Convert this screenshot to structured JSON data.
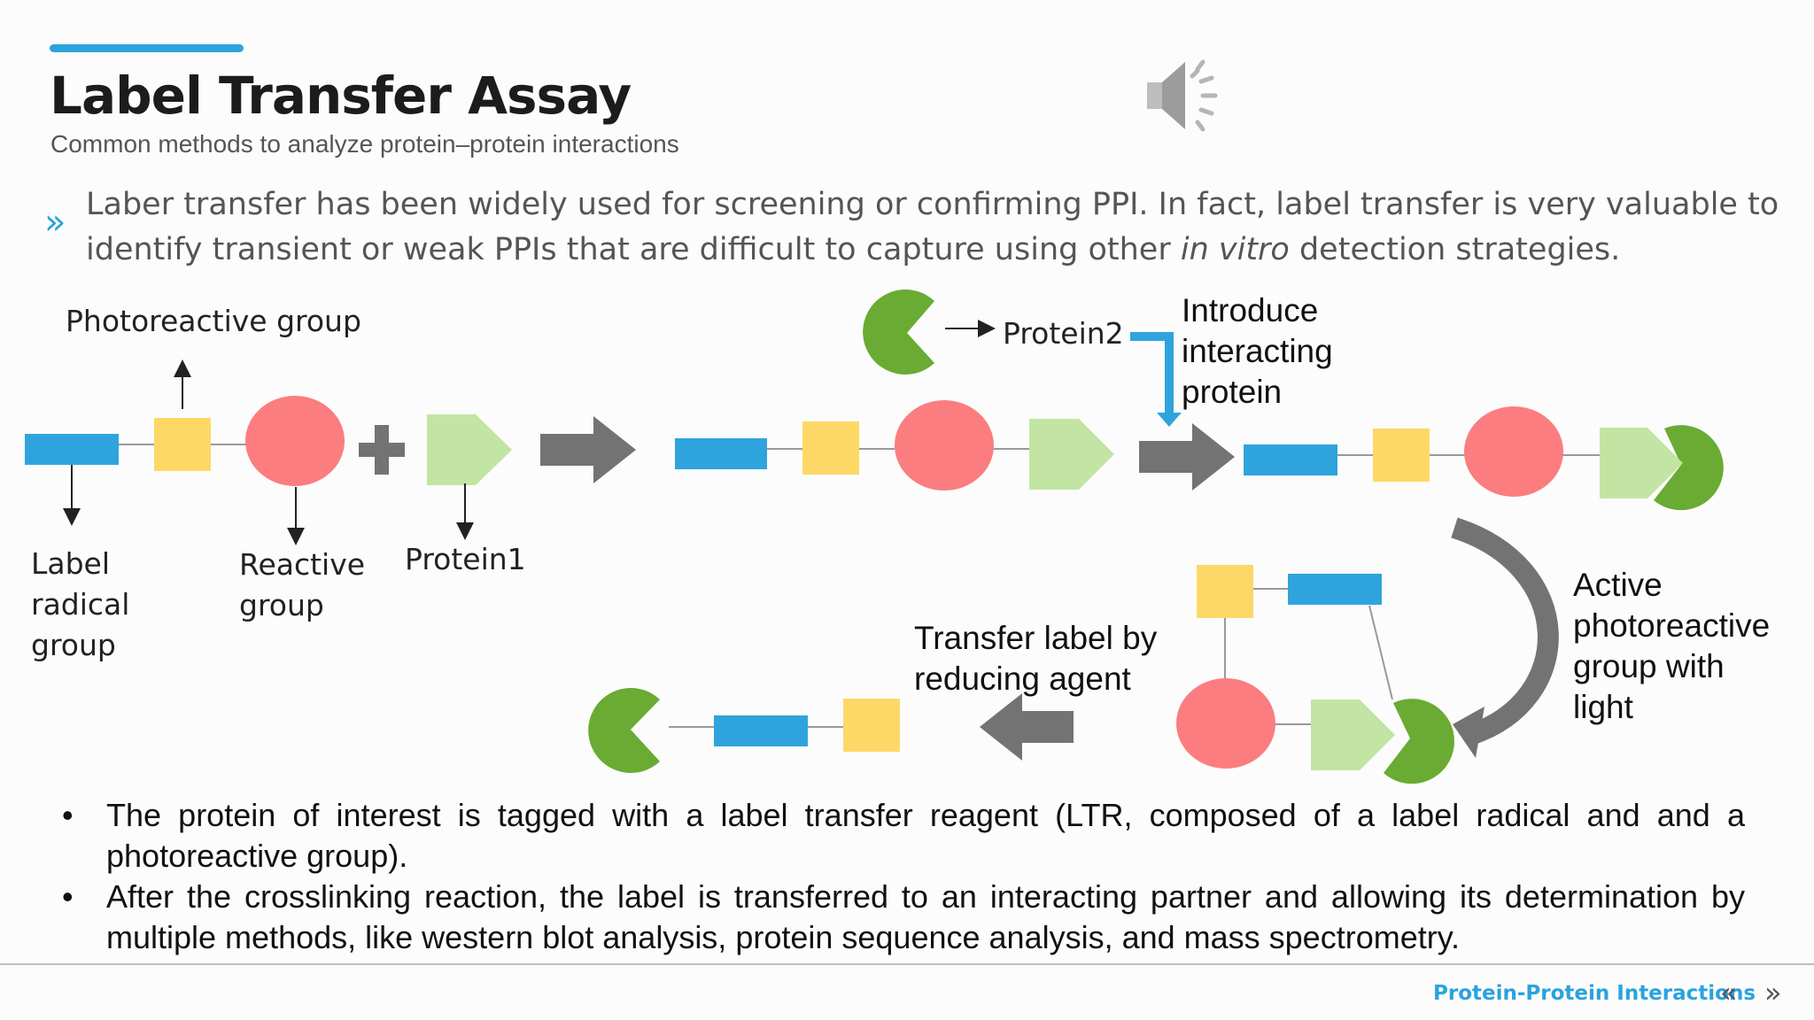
{
  "slide": {
    "title": "Label Transfer Assay",
    "subtitle": "Common methods to analyze protein–protein interactions",
    "intro_marker": "»",
    "intro_part1": "Laber transfer has been widely used for screening or confirming PPI. In fact, label transfer is very valuable to identify transient or weak PPIs that are difficult to capture using other ",
    "intro_italic": "in vitro",
    "intro_part2": " detection strategies."
  },
  "diagram": {
    "photoreactive_group": "Photoreactive group",
    "label_radical_line1": "Label",
    "label_radical_line2": "radical",
    "label_radical_line3": "group",
    "reactive_group_line1": "Reactive",
    "reactive_group_line2": "group",
    "protein1": "Protein1",
    "protein2": "Protein2",
    "introduce_line1": "Introduce",
    "introduce_line2": "interacting",
    "introduce_line3": "protein",
    "active_line1": "Active",
    "active_line2": "photoreactive",
    "active_line3": "group with",
    "active_line4": "light",
    "transfer_line1": "Transfer label by",
    "transfer_line2": "reducing agent",
    "colors": {
      "label_blue": "#2fa4dc",
      "photo_yellow": "#fdd867",
      "reactive_red": "#fb7d7f",
      "protein1_green": "#c2e5a3",
      "protein2_green": "#6aab33",
      "arrow_gray": "#737373"
    }
  },
  "bullets": [
    "The protein of interest is tagged with a label transfer reagent (LTR, composed of a label radical and and a photoreactive group).",
    "After the crosslinking reaction, the label is transferred to an interacting partner and allowing its determination by multiple methods, like western blot analysis, protein sequence analysis, and mass spectrometry."
  ],
  "bullet_marker": "•",
  "footer": {
    "course": "Protein-Protein Interactions",
    "prev_icon": "«",
    "next_icon": "»"
  }
}
